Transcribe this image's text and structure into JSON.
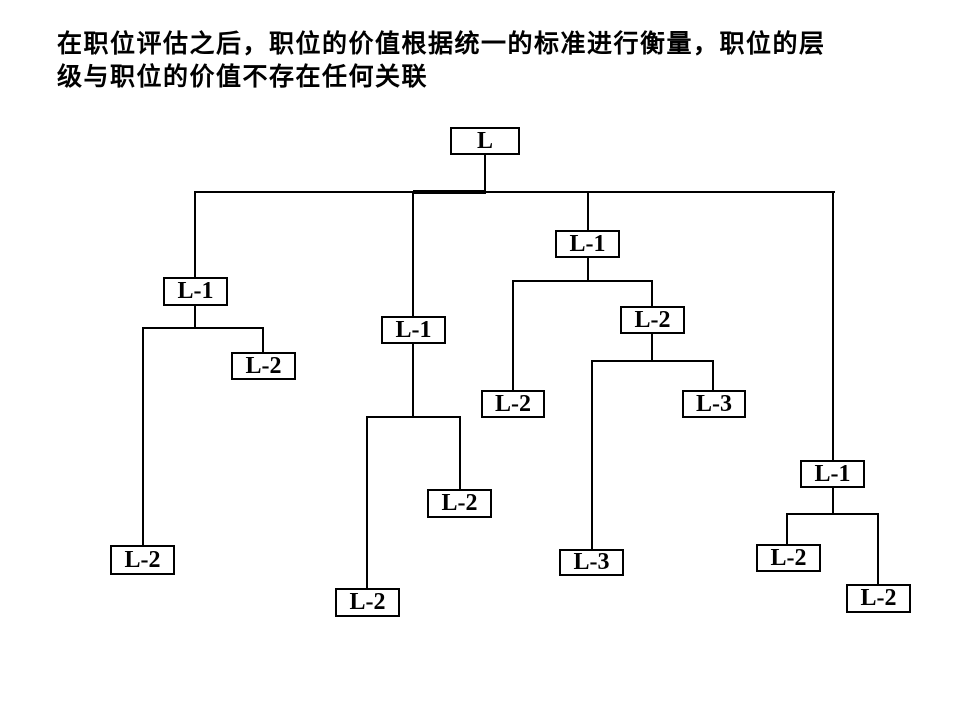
{
  "title": {
    "line1": "在职位评估之后，职位的价值根据统一的标准进行衡量，职位的层",
    "line2": "级与职位的价值不存在任何关联"
  },
  "diagram": {
    "description": "org-tree",
    "nodes": {
      "root": {
        "label": "L"
      },
      "l1_left": {
        "label": "L-1"
      },
      "l1_mid": {
        "label": "L-1"
      },
      "l1_upright": {
        "label": "L-1"
      },
      "l1_farright": {
        "label": "L-1"
      },
      "l2_left_a": {
        "label": "L-2"
      },
      "l2_left_b": {
        "label": "L-2"
      },
      "l2_mid_a": {
        "label": "L-2"
      },
      "l2_mid_b": {
        "label": "L-2"
      },
      "l2_up_a": {
        "label": "L-2"
      },
      "l2_up_b": {
        "label": "L-2"
      },
      "l3_a": {
        "label": "L-3"
      },
      "l3_b": {
        "label": "L-3"
      },
      "l2_far_a": {
        "label": "L-2"
      },
      "l2_far_b": {
        "label": "L-2"
      }
    }
  },
  "colors": {
    "background": "#ffffff",
    "line": "#000000",
    "box_border": "#000000",
    "box_fill": "#ffffff",
    "text": "#000000"
  }
}
